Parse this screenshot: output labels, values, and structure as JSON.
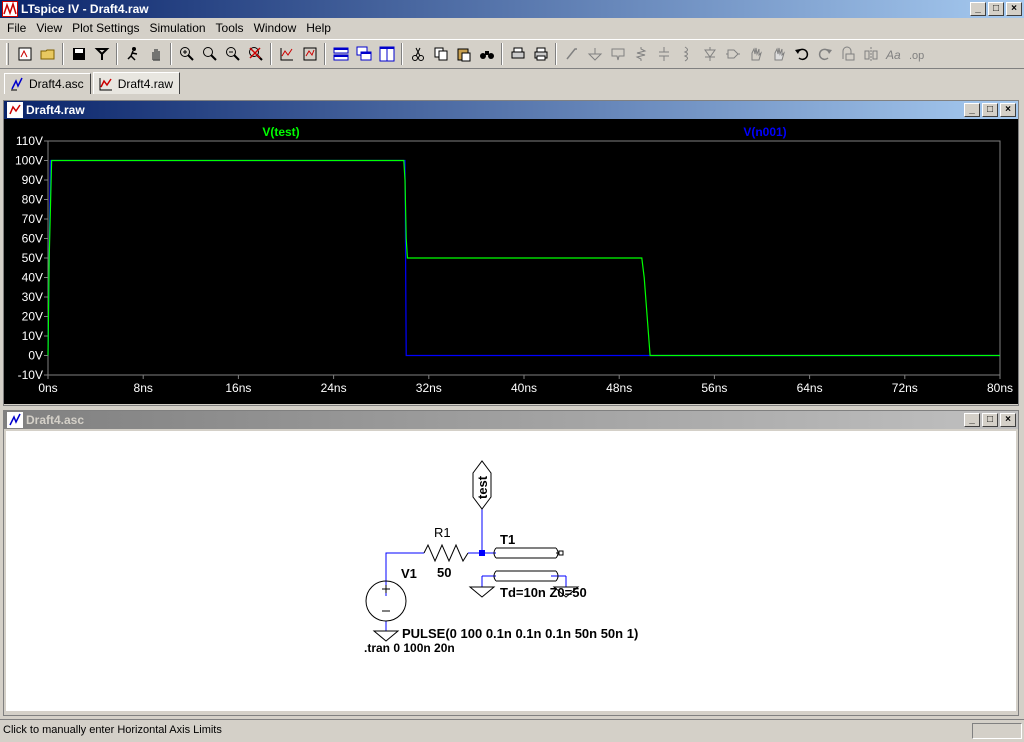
{
  "app": {
    "title": "LTspice IV - Draft4.raw",
    "window_buttons": [
      "_",
      "□",
      "×"
    ]
  },
  "menu": [
    "File",
    "View",
    "Plot Settings",
    "Simulation",
    "Tools",
    "Window",
    "Help"
  ],
  "toolbar": {
    "icons": [
      "new-schematic-icon",
      "open-icon",
      "save-icon",
      "control-panel-icon",
      "run-icon",
      "halt-icon",
      "zoom-in-icon",
      "zoom-area-icon",
      "zoom-out-icon",
      "zoom-cancel-icon",
      "autorange-icon",
      "mark-unused-icon",
      "tile-horizontal-icon",
      "cascade-icon",
      "tile-vertical-icon",
      "cut-icon",
      "copy-icon",
      "paste-icon",
      "find-icon",
      "print-preview-icon",
      "print-icon",
      "wire-icon",
      "ground-icon",
      "label-icon",
      "resistor-icon",
      "capacitor-icon",
      "inductor-icon",
      "diode-icon",
      "component-icon",
      "move-icon",
      "drag-icon",
      "undo-icon",
      "redo-icon",
      "rotate-icon",
      "mirror-icon",
      "text-icon",
      "spice-directive-icon"
    ]
  },
  "tabs": [
    {
      "label": "Draft4.asc",
      "icon": "schematic-icon"
    },
    {
      "label": "Draft4.raw",
      "icon": "waveform-icon"
    }
  ],
  "plot_window": {
    "title": "Draft4.raw",
    "colors": {
      "background": "#000000",
      "grid": "#808080",
      "axis_text": "#ffffff"
    }
  },
  "schematic_window": {
    "title": "Draft4.asc",
    "labels": {
      "net_label": "test",
      "r_name": "R1",
      "r_value": "50",
      "v_name": "V1",
      "v_value": "PULSE(0 100 0.1n 0.1n 0.1n 50n 50n 1)",
      "t_name": "T1",
      "t_value": "Td=10n Z0=50",
      "directive": ".tran 0 100n 20n"
    },
    "colors": {
      "wire": "#0000ff",
      "component": "#000000"
    }
  },
  "status": {
    "text": "Click to manually enter Horizontal Axis Limits"
  },
  "chart_data": {
    "type": "line",
    "title": "",
    "xlabel": "",
    "ylabel": "",
    "xlim": [
      0,
      80
    ],
    "ylim": [
      -10,
      110
    ],
    "x_ticks": [
      "0ns",
      "8ns",
      "16ns",
      "24ns",
      "32ns",
      "40ns",
      "48ns",
      "56ns",
      "64ns",
      "72ns",
      "80ns"
    ],
    "y_ticks": [
      "110V",
      "100V",
      "90V",
      "80V",
      "70V",
      "60V",
      "50V",
      "40V",
      "30V",
      "20V",
      "10V",
      "0V",
      "-10V"
    ],
    "series": [
      {
        "name": "V(test)",
        "color": "#00ff00",
        "x": [
          0,
          0.1,
          0.3,
          29.9,
          30.0,
          30.1,
          30.2,
          49.9,
          50.1,
          50.6,
          80
        ],
        "y": [
          0,
          50,
          100,
          100,
          90,
          60,
          50,
          50,
          40,
          0,
          0
        ]
      },
      {
        "name": "V(n001)",
        "color": "#0000ff",
        "x": [
          0,
          0.1,
          0.2,
          30.0,
          30.1,
          80
        ],
        "y": [
          0,
          50,
          100,
          100,
          0,
          0
        ]
      }
    ]
  }
}
